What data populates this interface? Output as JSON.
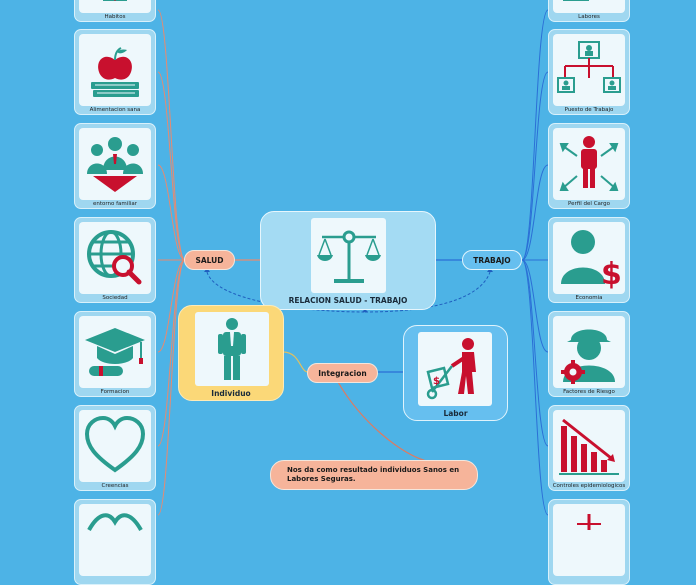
{
  "central": {
    "title": "RELACION SALUD - TRABAJO",
    "icon": "scale-icon"
  },
  "nodes": {
    "salud": "SALUD",
    "trabajo": "TRABAJO",
    "individuo": "Individuo",
    "integracion": "Integracion",
    "labor": "Labor",
    "note": "Nos da como resultado individuos Sanos en Labores Seguras."
  },
  "left_cards": [
    {
      "label": "Habitos",
      "icon": "habits-icon"
    },
    {
      "label": "Alimentacion sana",
      "icon": "apple-books-icon"
    },
    {
      "label": "entorno familiar",
      "icon": "family-icon"
    },
    {
      "label": "Sociedad",
      "icon": "globe-search-icon"
    },
    {
      "label": "Formacion",
      "icon": "graduation-cap-icon"
    },
    {
      "label": "Creencias",
      "icon": "heart-icon"
    },
    {
      "label": "",
      "icon": "partial-icon"
    }
  ],
  "right_cards": [
    {
      "label": "Labores",
      "icon": "labores-icon"
    },
    {
      "label": "Puesto de Trabajo",
      "icon": "org-chart-icon"
    },
    {
      "label": "Perfil del Cargo",
      "icon": "person-arrows-icon"
    },
    {
      "label": "Economia",
      "icon": "person-dollar-icon"
    },
    {
      "label": "Factores de Riesgo",
      "icon": "worker-gear-icon"
    },
    {
      "label": "Controles epidemiologicos",
      "icon": "declining-bars-icon"
    },
    {
      "label": "",
      "icon": "partial-icon"
    }
  ],
  "colors": {
    "background": "#4db3e6",
    "icon_teal": "#2a9d8f",
    "icon_red": "#c8102e",
    "line_salmon": "#e07a5f",
    "line_blue": "#1f5fbf"
  }
}
